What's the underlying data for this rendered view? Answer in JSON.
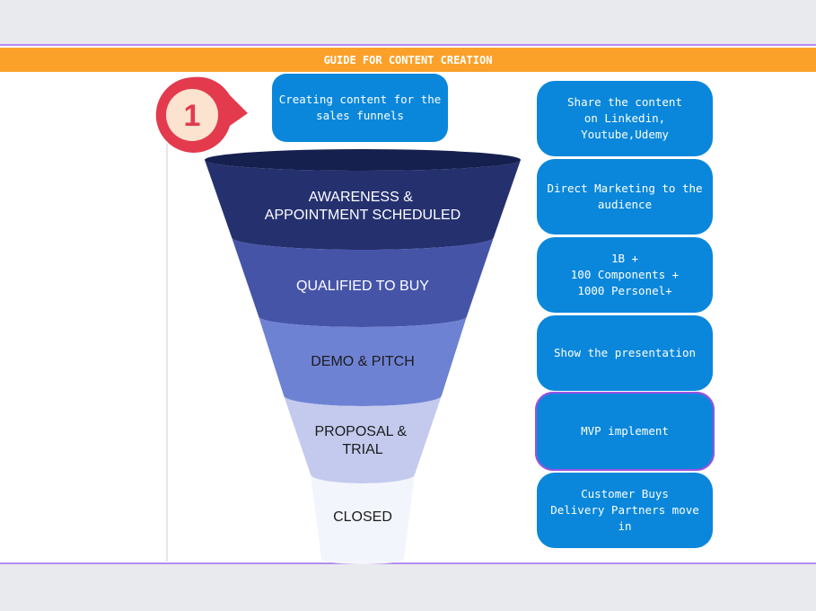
{
  "header": {
    "title": "GUIDE FOR CONTENT CREATION"
  },
  "badge": {
    "number": "1"
  },
  "top_box": {
    "text": "Creating content for the sales funnels"
  },
  "funnel": {
    "stages": [
      {
        "lines": [
          "AWARENESS &",
          "APPOINTMENT SCHEDULED"
        ],
        "color": "#25316f"
      },
      {
        "lines": [
          "QUALIFIED TO BUY"
        ],
        "color": "#4654a8"
      },
      {
        "lines": [
          "DEMO & PITCH"
        ],
        "color": "#6e82d4"
      },
      {
        "lines": [
          "PROPOSAL &",
          "TRIAL"
        ],
        "color": "#c3caee"
      },
      {
        "lines": [
          "CLOSED"
        ],
        "color": "#f3f5fc"
      }
    ],
    "rim_color": "#15204f"
  },
  "side_boxes": [
    {
      "text": "Share the content\non Linkedin,\nYoutube,Udemy"
    },
    {
      "text": "Direct Marketing to the audience"
    },
    {
      "text": "1B +\n100 Components +\n1000 Personel+"
    },
    {
      "text": "Show the presentation"
    },
    {
      "text": "MVP implement"
    },
    {
      "text": "Customer Buys\nDelivery Partners move in"
    }
  ],
  "colors": {
    "header": "#fba12a",
    "box": "#0a87db",
    "badge": "#e33a4e",
    "badge_inner": "#fbe3cf",
    "selection": "#9a52e0"
  }
}
